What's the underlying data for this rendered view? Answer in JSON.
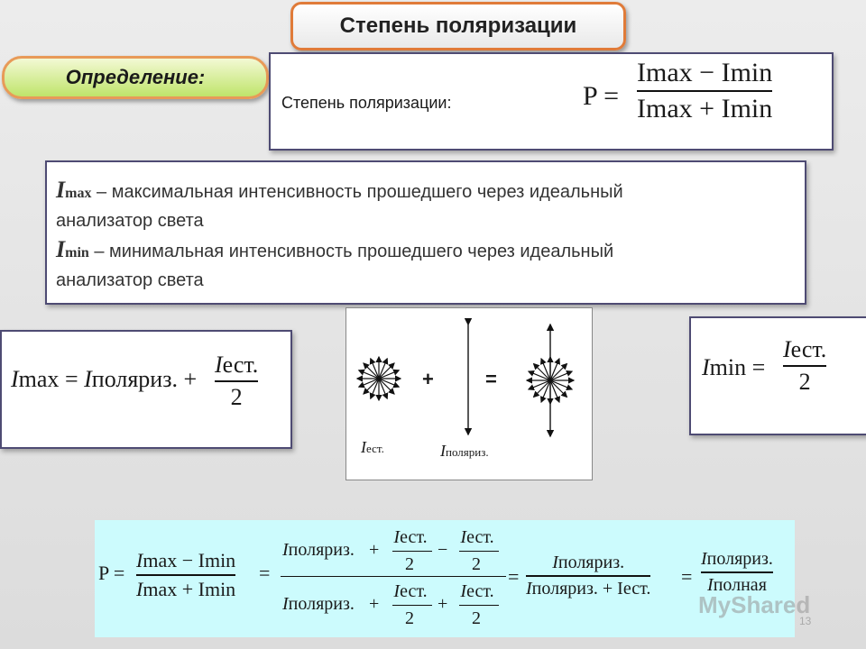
{
  "title": "Степень поляризации",
  "definition_label": "Определение:",
  "definition_text": "Степень поляризации:",
  "formula_main": {
    "lhs": "P =",
    "num_a": "I",
    "num_a_sub": "max",
    "num_op": " − ",
    "num_b": "I",
    "num_b_sub": "min",
    "den_a": "I",
    "den_a_sub": "max",
    "den_op": " + ",
    "den_b": "I",
    "den_b_sub": "min"
  },
  "desc": {
    "imax_sym": "I",
    "imax_sub": "max",
    "imax_line1": " – максимальная интенсивность прошедшего через идеальный",
    "imax_line2": "анализатор света",
    "imin_sym": "I",
    "imin_sub": "min",
    "imin_line1": " – минимальная интенсивность прошедшего через идеальный",
    "imin_line2": "анализатор света"
  },
  "formula_imax": {
    "lhs": "I",
    "lhs_sub": "max",
    "eq": " = ",
    "term": "I",
    "term_sub": "поляриз.",
    "plus": " +",
    "frac_num": "I",
    "frac_num_sub": "ест.",
    "frac_den": "2"
  },
  "formula_imin": {
    "lhs": "I",
    "lhs_sub": "min",
    "eq": " =",
    "frac_num": "I",
    "frac_num_sub": "ест.",
    "frac_den": "2"
  },
  "figure": {
    "plus": "+",
    "equals": "=",
    "label_est": "I",
    "label_est_sub": "ест.",
    "label_pol": "I",
    "label_pol_sub": "поляриз."
  },
  "formula_bottom": {
    "p": "P =",
    "f1_num": "I",
    "f1_num_s1": "max",
    "f1_num_op": " − I",
    "f1_num_s2": "min",
    "f1_den": "I",
    "f1_den_s1": "max",
    "f1_den_op": " + I",
    "f1_den_s2": "min",
    "eq": "=",
    "f2_pol": "I",
    "f2_pol_sub": "поляриз.",
    "f2_plus": "+",
    "f2_minus": "−",
    "f2_plus2": "+",
    "f2_est": "I",
    "f2_est_sub": "ест.",
    "two": "2",
    "f3_num": "I",
    "f3_num_sub": "поляриз.",
    "f3_den_a": "I",
    "f3_den_a_sub": "поляриз.",
    "f3_den_op": " + I",
    "f3_den_b_sub": "ест.",
    "f4_num": "I",
    "f4_num_sub": "поляриз.",
    "f4_den": "I",
    "f4_den_sub": "полная"
  },
  "watermark": "MyShared",
  "page_number": "13"
}
